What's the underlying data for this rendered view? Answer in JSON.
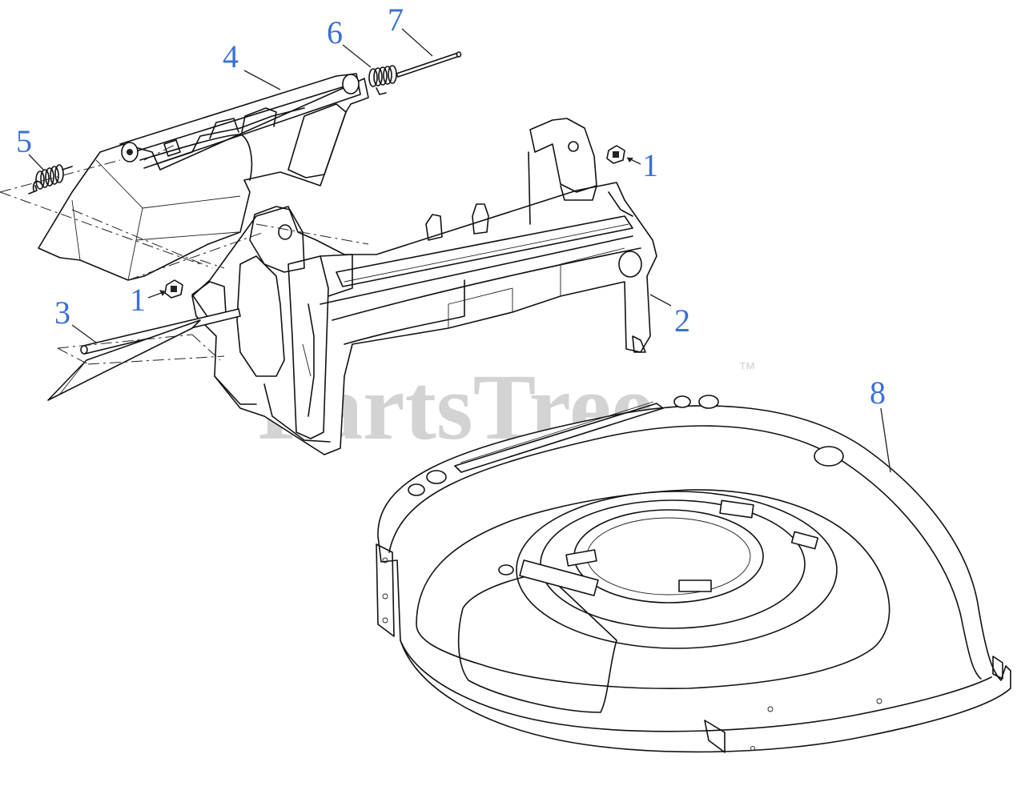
{
  "watermark": {
    "text": "PartsTree",
    "mark": "™"
  },
  "callouts": [
    {
      "id": "c1a",
      "label": "1"
    },
    {
      "id": "c1b",
      "label": "1"
    },
    {
      "id": "c2",
      "label": "2"
    },
    {
      "id": "c3",
      "label": "3"
    },
    {
      "id": "c4",
      "label": "4"
    },
    {
      "id": "c5",
      "label": "5"
    },
    {
      "id": "c6",
      "label": "6"
    },
    {
      "id": "c7",
      "label": "7"
    },
    {
      "id": "c8",
      "label": "8"
    }
  ],
  "colors": {
    "callout": "#3b6fd4",
    "line": "#111111",
    "watermark": "#d3d3d3"
  }
}
